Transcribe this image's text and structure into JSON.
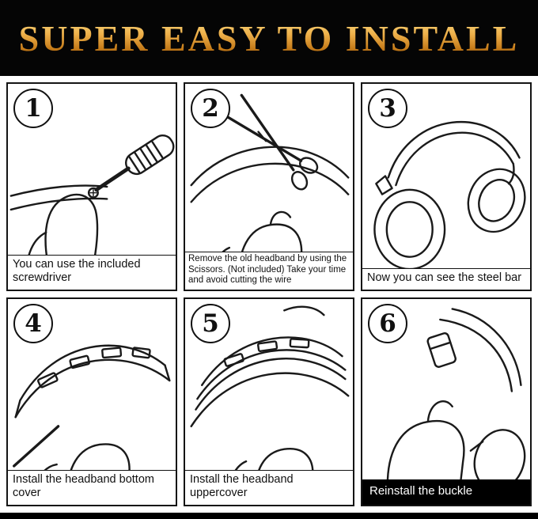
{
  "header": {
    "title": "SUPER EASY TO INSTALL"
  },
  "colors": {
    "header_bg": "#050505",
    "title_gold": "#e2992f",
    "panel_bg": "#ffffff",
    "line_art": "#1a1a1a",
    "inverse_caption_bg": "#000000"
  },
  "panels": [
    {
      "number": "1",
      "caption": "You can use the included screwdriver",
      "illustration": "hand-with-screwdriver"
    },
    {
      "number": "2",
      "caption": "Remove the old headband  by using the Scissors. (Not  included) Take your time and  avoid cutting the wire",
      "illustration": "scissors-cutting-headband"
    },
    {
      "number": "3",
      "caption": "Now you can see the steel bar",
      "illustration": "headphones-exposed-steel-bar"
    },
    {
      "number": "4",
      "caption": "Install the headband bottom cover",
      "illustration": "headband-bottom-cover-install"
    },
    {
      "number": "5",
      "caption": "Install the headband uppercover",
      "illustration": "headband-upper-cover-install"
    },
    {
      "number": "6",
      "caption": "Reinstall the buckle",
      "illustration": "hand-reinstalling-buckle"
    }
  ]
}
